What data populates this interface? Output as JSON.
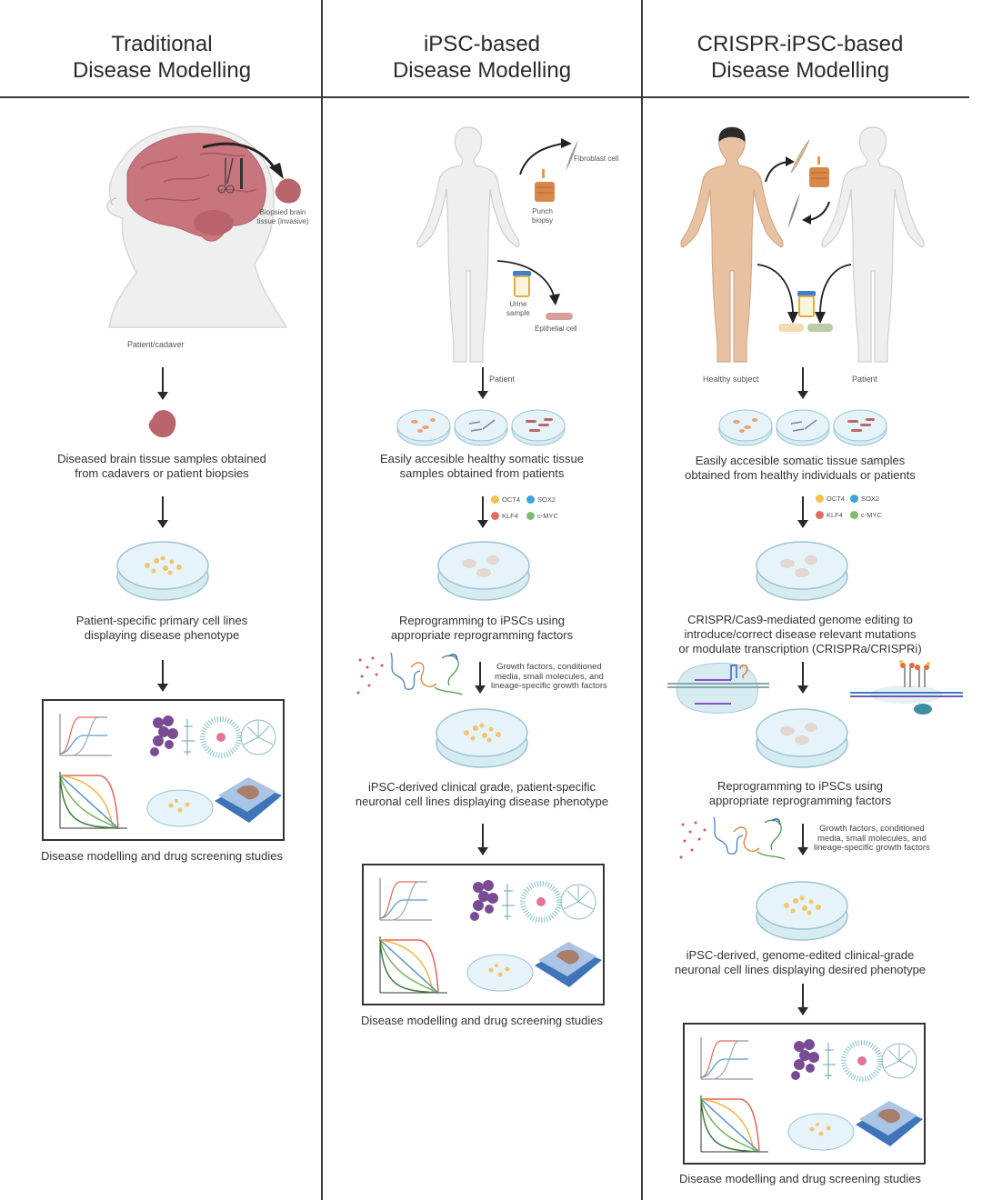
{
  "columns": [
    {
      "title_line1": "Traditional",
      "title_line2": "Disease Modelling",
      "source_labels": {
        "biopsy": [
          "Biopsied brain",
          "tissue (invasive)"
        ],
        "subject": "Patient/cadaver"
      },
      "steps": [
        {
          "caption": [
            "Diseased brain tissue samples obtained",
            "from cadavers or patient biopsies"
          ]
        },
        {
          "caption": [
            "Patient-specific primary cell lines",
            "displaying disease phenotype"
          ]
        }
      ],
      "final_caption": "Disease modelling and drug screening studies"
    },
    {
      "title_line1": "iPSC-based",
      "title_line2": "Disease Modelling",
      "source_labels": {
        "fibroblast": "Fibroblast cell",
        "punch_biopsy": [
          "Punch",
          "biopsy"
        ],
        "urine": [
          "Urine",
          "sample"
        ],
        "epithelial": "Epithelial cell",
        "subject": "Patient"
      },
      "steps": [
        {
          "caption": [
            "Easily accesible healthy somatic tissue",
            "samples obtained from patients"
          ]
        },
        {
          "caption": [
            "Reprogramming to iPSCs using",
            "appropriate reprogramming factors"
          ]
        },
        {
          "caption": [
            "iPSC-derived clinical grade, patient-specific",
            "neuronal cell lines displaying disease phenotype"
          ]
        }
      ],
      "growth_factors": [
        "Growth factors, conditioned",
        "media, small molecules, and",
        "lineage-specific growth factors"
      ],
      "final_caption": "Disease modelling and drug screening studies"
    },
    {
      "title_line1": "CRISPR-iPSC-based",
      "title_line2": "Disease Modelling",
      "source_labels": {
        "healthy": "Healthy subject",
        "patient": "Patient"
      },
      "steps": [
        {
          "caption": [
            "Easily accesible somatic tissue samples",
            "obtained from healthy individuals or patients"
          ]
        },
        {
          "caption": [
            "CRISPR/Cas9-mediated genome editing to",
            "introduce/correct disease relevant mutations",
            "or modulate transcription (CRISPRa/CRISPRi)"
          ]
        },
        {
          "caption": [
            "Reprogramming to iPSCs using",
            "appropriate reprogramming factors"
          ]
        },
        {
          "caption": [
            "iPSC-derived, genome-edited clinical-grade",
            "neuronal cell lines displaying desired phenotype"
          ]
        }
      ],
      "growth_factors": [
        "Growth factors, conditioned",
        "media, small molecules, and",
        "lineage-specific growth factors"
      ],
      "final_caption": "Disease modelling and drug screening studies"
    }
  ],
  "reprogramming_factors": [
    {
      "name": "OCT4",
      "color": "#f2c14e"
    },
    {
      "name": "SOX2",
      "color": "#3fa3e0"
    },
    {
      "name": "KLF4",
      "color": "#e36c62"
    },
    {
      "name": "c-MYC",
      "color": "#7dbb6e"
    }
  ],
  "colors": {
    "line": "#3a3a3a",
    "brain": "#c9757e",
    "dish": "#d6ecf3",
    "dish_edge": "#9cc3d2",
    "cells_yellow": "#f3c46a",
    "skin_healthy": "#e8c2a0",
    "skin_patient": "#ececec",
    "scaffold_blue": "#3f74b8"
  }
}
